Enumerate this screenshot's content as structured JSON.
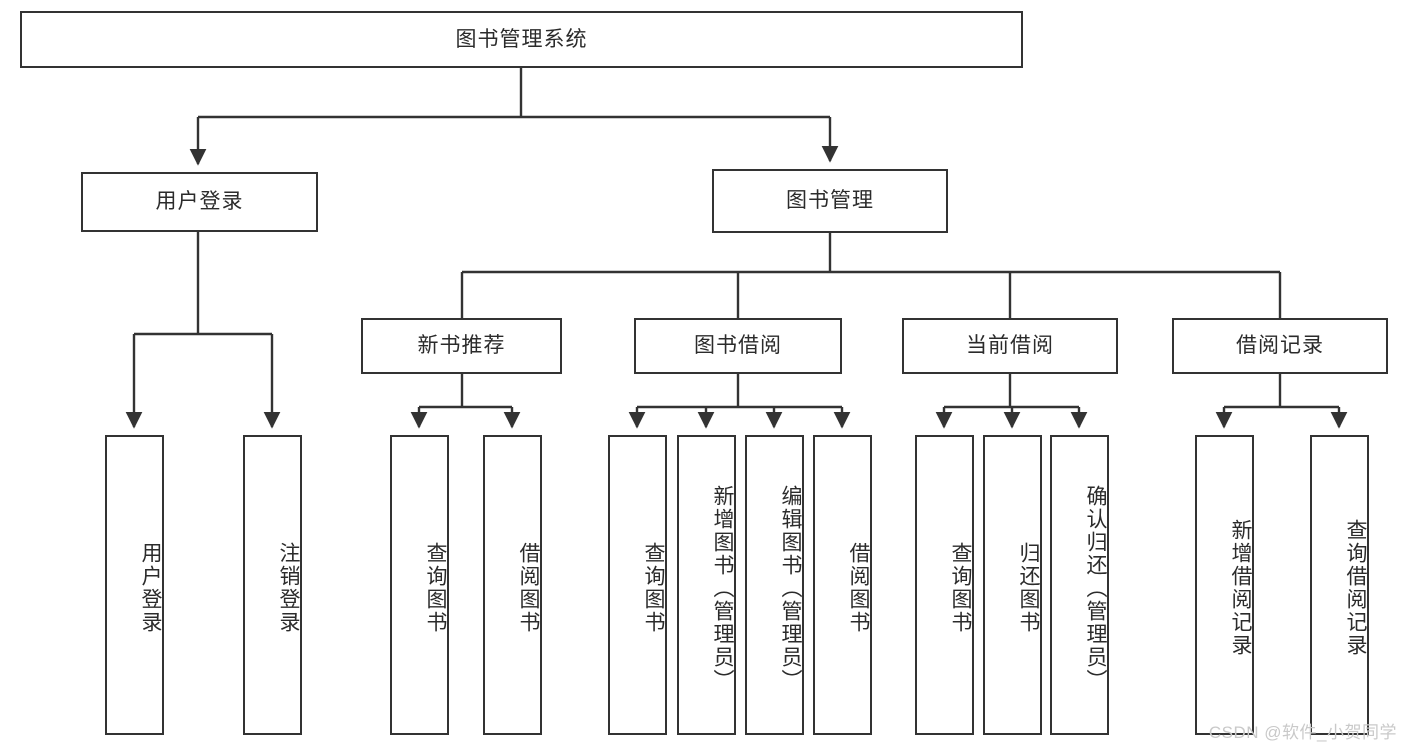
{
  "diagram": {
    "type": "tree-hierarchy",
    "title": "图书管理系统",
    "line_color": "#333333",
    "box_fill": "#ffffff",
    "text_color": "#2b2b2b",
    "background": "#ffffff"
  },
  "root": {
    "label": "图书管理系统"
  },
  "level2": [
    {
      "label": "用户登录"
    },
    {
      "label": "图书管理"
    }
  ],
  "level3": [
    {
      "label": "新书推荐"
    },
    {
      "label": "图书借阅"
    },
    {
      "label": "当前借阅"
    },
    {
      "label": "借阅记录"
    }
  ],
  "leaves": {
    "user_login": [
      {
        "label": "用户登录"
      },
      {
        "label": "注销登录"
      }
    ],
    "new_book_recommend": [
      {
        "label": "查询图书"
      },
      {
        "label": "借阅图书"
      }
    ],
    "book_borrow": [
      {
        "label": "查询图书"
      },
      {
        "label": "新增图书（管理员）"
      },
      {
        "label": "编辑图书（管理员）"
      },
      {
        "label": "借阅图书"
      }
    ],
    "current_borrow": [
      {
        "label": "查询图书"
      },
      {
        "label": "归还图书"
      },
      {
        "label": "确认归还（管理员）"
      }
    ],
    "borrow_record": [
      {
        "label": "新增借阅记录"
      },
      {
        "label": "查询借阅记录"
      }
    ]
  },
  "watermark": {
    "text": "CSDN @软件_小贺同学"
  }
}
